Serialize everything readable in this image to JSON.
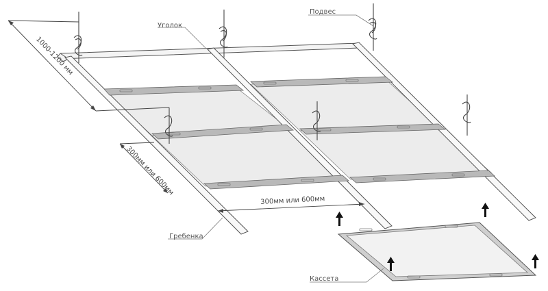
{
  "labels": {
    "corner": "Уголок",
    "hanger": "Подвес",
    "comb": "Гребенка",
    "cassette": "Кассета"
  },
  "dimensions": {
    "suspension_spacing": "1000-1200 мм",
    "side_spacing": "300мм или 600мм",
    "bottom_spacing": "300мм или 600мм"
  },
  "colors": {
    "line": "#555555",
    "panel": "#ececec",
    "bar": "#b9b9b9",
    "frame": "#f4f4f4",
    "arrow": "#111111"
  }
}
